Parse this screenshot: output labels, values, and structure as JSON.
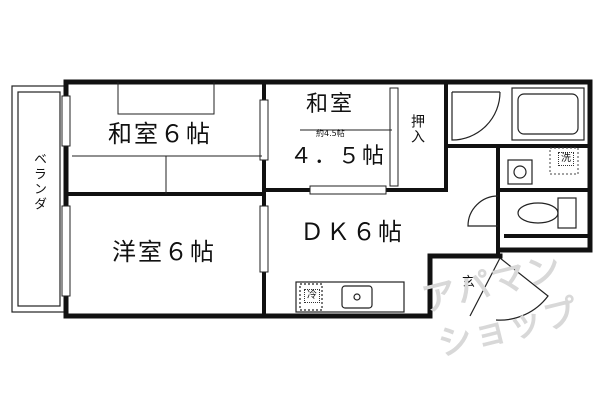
{
  "rooms": {
    "washitsu_6": "和室６帖",
    "washitsu_45_name": "和室",
    "washitsu_45_size": "４．５帖",
    "washitsu_45_note": "約4.5帖",
    "youshitsu_6": "洋室６帖",
    "dk_6": "ＤＫ６帖"
  },
  "labels": {
    "veranda": "ベランダ",
    "oshiire": "押入",
    "genkan": "玄",
    "sentaku": "洗",
    "reizouko": "冷"
  },
  "watermark": {
    "line1": "アパマン",
    "line2": "ショップ"
  },
  "colors": {
    "wall": "#111111",
    "line": "#222222",
    "watermark": "#d8d8d8"
  }
}
